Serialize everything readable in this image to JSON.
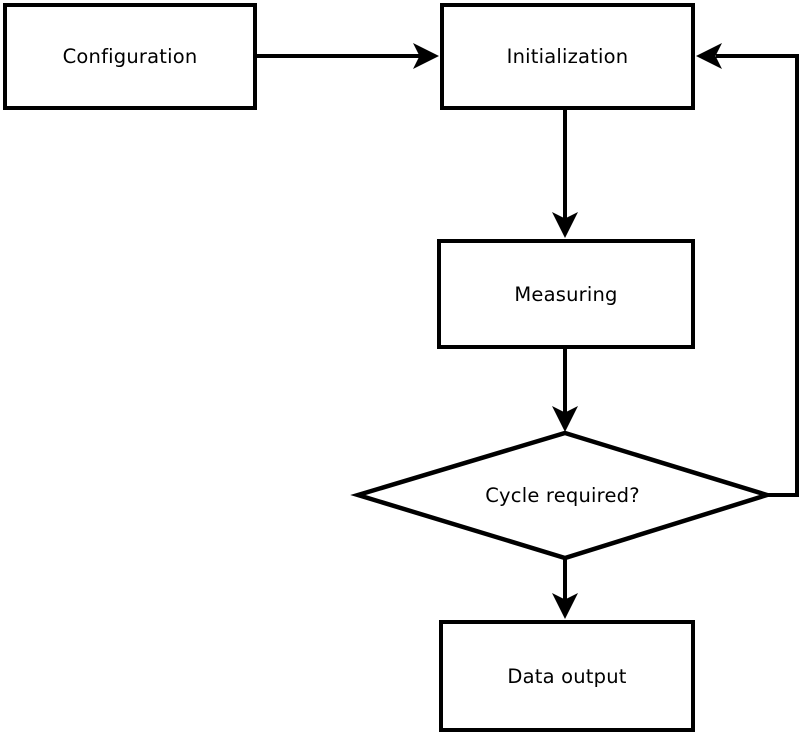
{
  "diagram": {
    "type": "flowchart",
    "background_color": "#ffffff",
    "stroke_color": "#000000",
    "node_fill_color": "#ffffff",
    "text_color": "#000000",
    "nodes": [
      {
        "id": "configuration",
        "shape": "rectangle",
        "label": "Configuration"
      },
      {
        "id": "initialization",
        "shape": "rectangle",
        "label": "Initialization"
      },
      {
        "id": "measuring",
        "shape": "rectangle",
        "label": "Measuring"
      },
      {
        "id": "cycle-required",
        "shape": "diamond",
        "label": "Cycle required?"
      },
      {
        "id": "data-output",
        "shape": "rectangle",
        "label": "Data output"
      }
    ],
    "edges": [
      {
        "from": "configuration",
        "to": "initialization",
        "style": "arrow",
        "route": "right"
      },
      {
        "from": "initialization",
        "to": "measuring",
        "style": "arrow",
        "route": "down"
      },
      {
        "from": "measuring",
        "to": "cycle-required",
        "style": "arrow",
        "route": "down"
      },
      {
        "from": "cycle-required",
        "to": "data-output",
        "style": "arrow",
        "route": "down"
      },
      {
        "from": "cycle-required",
        "to": "initialization",
        "style": "arrow",
        "route": "right-then-up-loop"
      }
    ]
  }
}
